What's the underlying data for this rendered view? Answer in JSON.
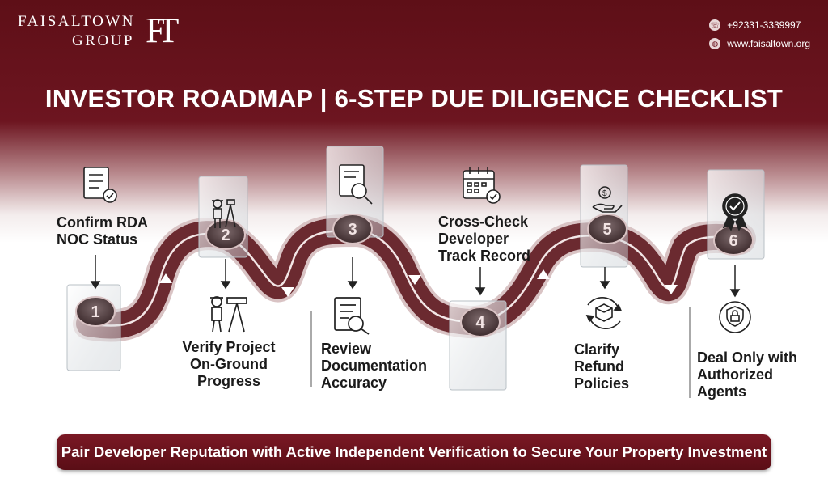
{
  "brand": {
    "line1": "FAISALTOWN",
    "line2": "GROUP",
    "mark": "FT"
  },
  "contact": {
    "phone": "+92331-3339997",
    "website": "www.faisaltown.org"
  },
  "title": "INVESTOR ROADMAP | 6-STEP DUE DILIGENCE CHECKLIST",
  "steps": [
    {
      "number": "1",
      "line1": "Confirm RDA",
      "line2": "NOC Status"
    },
    {
      "number": "2",
      "line1": "Verify Project",
      "line2": "On-Ground",
      "line3": "Progress"
    },
    {
      "number": "3",
      "line1": "Review",
      "line2": "Documentation",
      "line3": "Accuracy"
    },
    {
      "number": "4",
      "line1": "Cross-Check",
      "line2": "Developer",
      "line3": "Track Record"
    },
    {
      "number": "5",
      "line1": "Clarify",
      "line2": "Refund",
      "line3": "Policies"
    },
    {
      "number": "6",
      "line1": "Deal Only with",
      "line2": "Authorized",
      "line3": "Agents"
    }
  ],
  "icons": [
    "checklist-icon",
    "surveyor-icon",
    "document-search-icon",
    "calendar-icon",
    "money-hand-icon",
    "badge-check-icon",
    "refund-box-icon",
    "lock-shield-icon"
  ],
  "footer": "Pair Developer Reputation with Active Independent Verification to Secure Your Property Investment",
  "colors": {
    "maroon": "#6d1520",
    "road": "#6b2a30",
    "road_edge": "#d9c3c4",
    "arrow": "#ffffff"
  }
}
